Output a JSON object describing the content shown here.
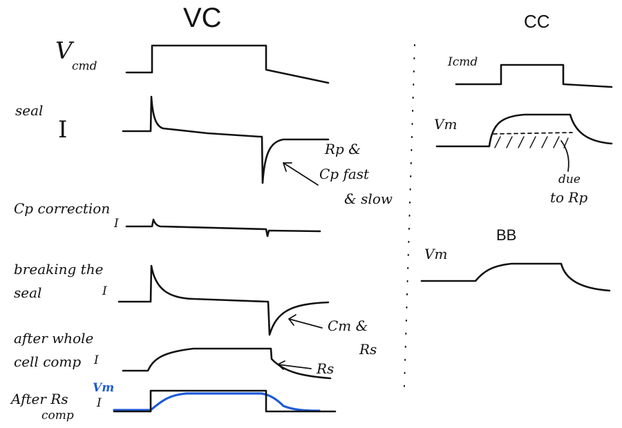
{
  "vc": {
    "title": "VC",
    "labels": {
      "vcmd_v": "V",
      "vcmd_sub": "cmd",
      "seal": "seal",
      "seal_i": "I",
      "cp_correction": "Cp correction",
      "cp_i": "I",
      "breaking_line1": "breaking the",
      "breaking_line2": "seal",
      "breaking_i": "I",
      "after_whole_line1": "after whole",
      "after_whole_line2": "cell comp",
      "after_whole_i": "I",
      "after_rs_line1": "After Rs",
      "after_rs_line2": "comp",
      "after_rs_i": "I",
      "after_rs_vm": "Vm"
    },
    "annotations": {
      "rp_line": "Rp &",
      "cp_fast": "Cp fast",
      "slow": "& slow",
      "cm_line": "Cm &",
      "rs_line": "Rs",
      "rs_arrow": "Rs"
    }
  },
  "cc": {
    "title": "CC",
    "labels": {
      "icmd": "Icmd",
      "vm_top": "Vm",
      "due_line1": "due",
      "due_line2": "to Rp",
      "bb": "BB",
      "vm_bb": "Vm"
    }
  },
  "colors": {
    "ink": "#111111",
    "blue": "#1e5bd8",
    "background": "#ffffff"
  }
}
